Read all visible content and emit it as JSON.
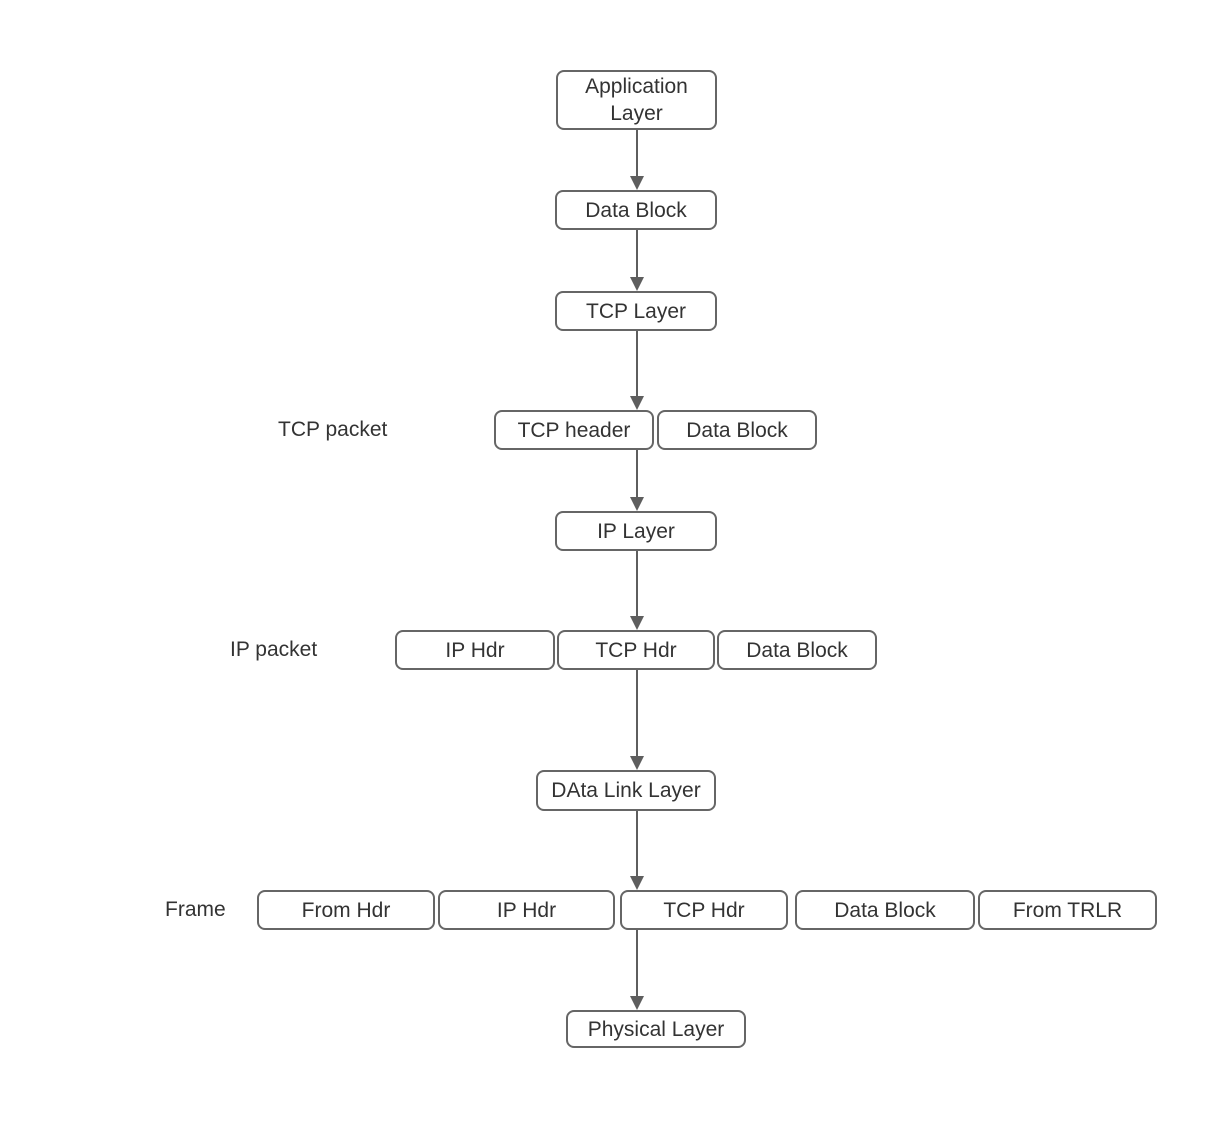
{
  "diagram": {
    "description": "TCP/IP encapsulation flow diagram",
    "rows": [
      {
        "boxes": [
          "Application Layer"
        ]
      },
      {
        "boxes": [
          "Data Block"
        ]
      },
      {
        "boxes": [
          "TCP Layer"
        ]
      },
      {
        "label": "TCP packet",
        "boxes": [
          "TCP header",
          "Data Block"
        ]
      },
      {
        "boxes": [
          "IP Layer"
        ]
      },
      {
        "label": "IP packet",
        "boxes": [
          "IP Hdr",
          "TCP Hdr",
          "Data Block"
        ]
      },
      {
        "boxes": [
          "DAta Link Layer"
        ]
      },
      {
        "label": "Frame",
        "boxes": [
          "From Hdr",
          "IP Hdr",
          "TCP Hdr",
          "Data Block",
          "From TRLR"
        ]
      },
      {
        "boxes": [
          "Physical Layer"
        ]
      }
    ],
    "colors": {
      "box_border": "#666666",
      "box_fill": "#ffffff",
      "text": "#333333",
      "arrow": "#5e5e5e",
      "background": "#ffffff"
    }
  }
}
